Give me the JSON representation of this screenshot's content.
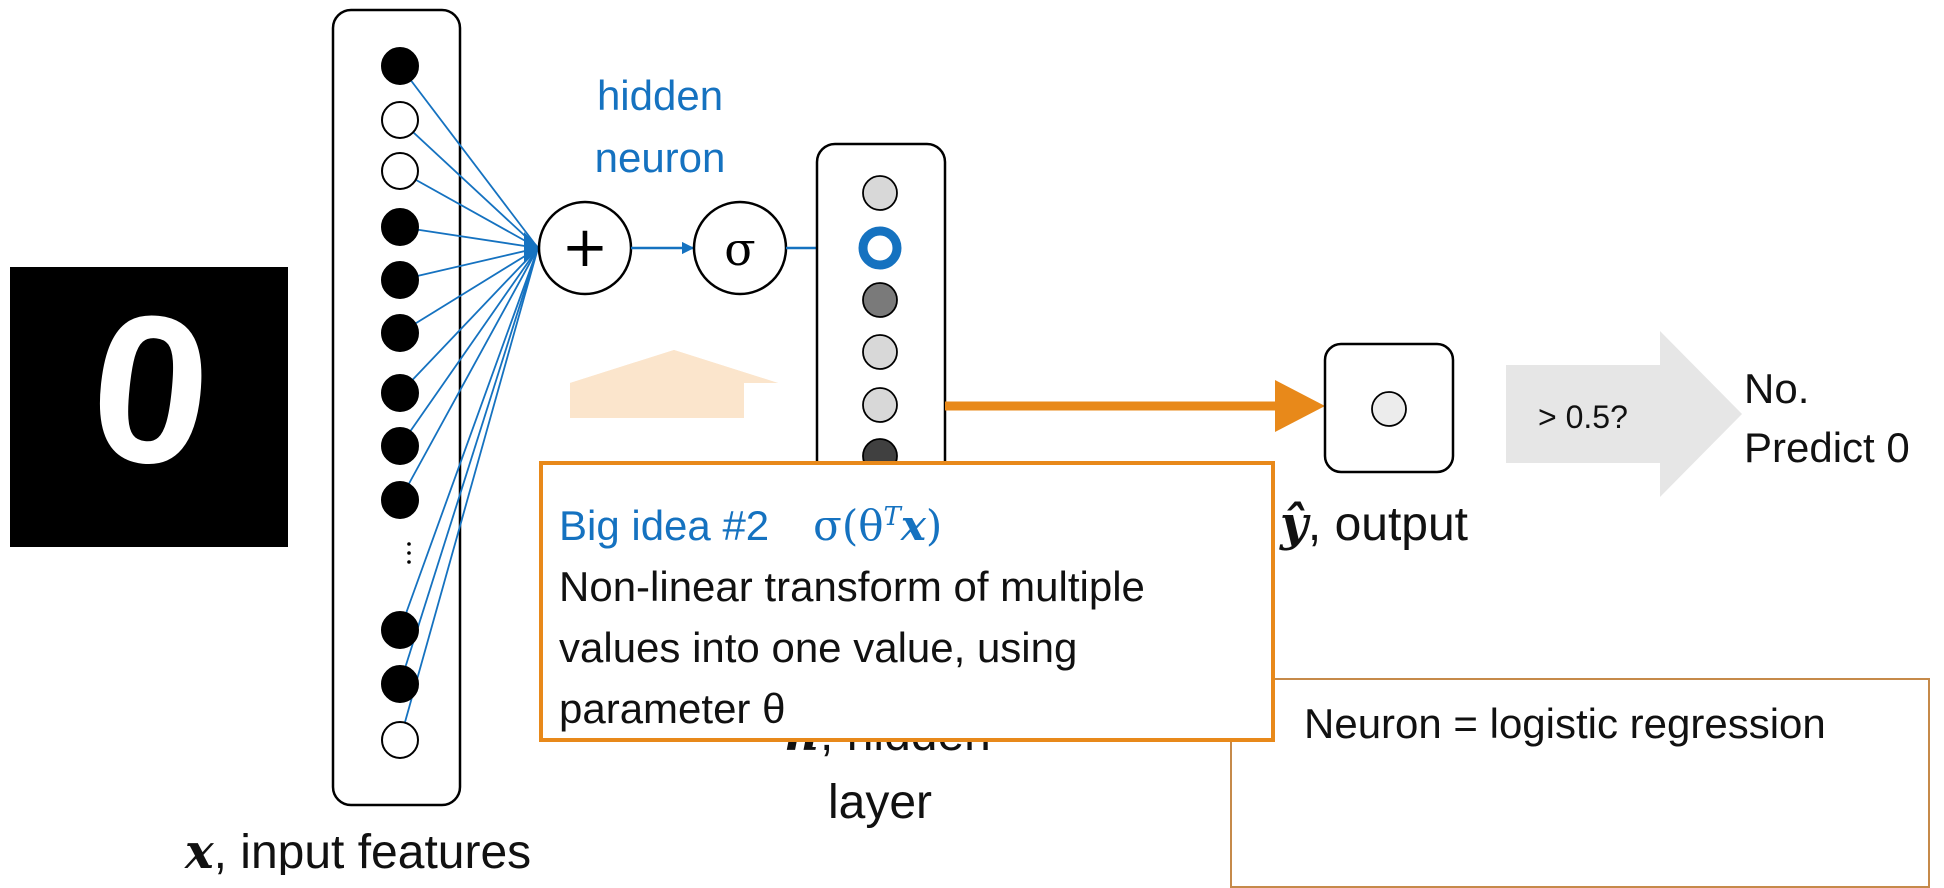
{
  "labels": {
    "hidden_line1": "hidden",
    "hidden_line2": "neuron",
    "plus": "+",
    "sigma": "σ",
    "input_features_var": "x",
    "input_features_rest": ", input features",
    "hidden_layer_var": "h",
    "hidden_layer_rest": ", hidden",
    "hidden_layer_line2": "layer",
    "output_var": "ŷ",
    "output_rest": ", output",
    "threshold": "> 0.5?",
    "prediction_line1": "No.",
    "prediction_line2": "Predict 0",
    "digit": "0"
  },
  "callout": {
    "title": "Big idea #2",
    "formula_sigma": "σ(θ",
    "formula_sup": "T",
    "formula_x": "x",
    "formula_close": ")",
    "line1": "Non-linear transform of multiple",
    "line2": "values into one value, using",
    "line3": "parameter θ"
  },
  "note": {
    "text": "Neuron = logistic regression"
  },
  "input_nodes": [
    "black",
    "white",
    "white",
    "black",
    "black",
    "black",
    "black",
    "black",
    "black",
    "black",
    "black",
    "black",
    "white"
  ],
  "hidden_nodes": [
    "#d8d8d8",
    "highlight",
    "#7a7a7a",
    "#d8d8d8",
    "#d8d8d8",
    "#404040"
  ],
  "colors": {
    "accent_blue": "#1572C0",
    "accent_orange": "#E8891A",
    "light_orange": "#FBE5CC",
    "gray_arrow": "#E6E6E6"
  }
}
